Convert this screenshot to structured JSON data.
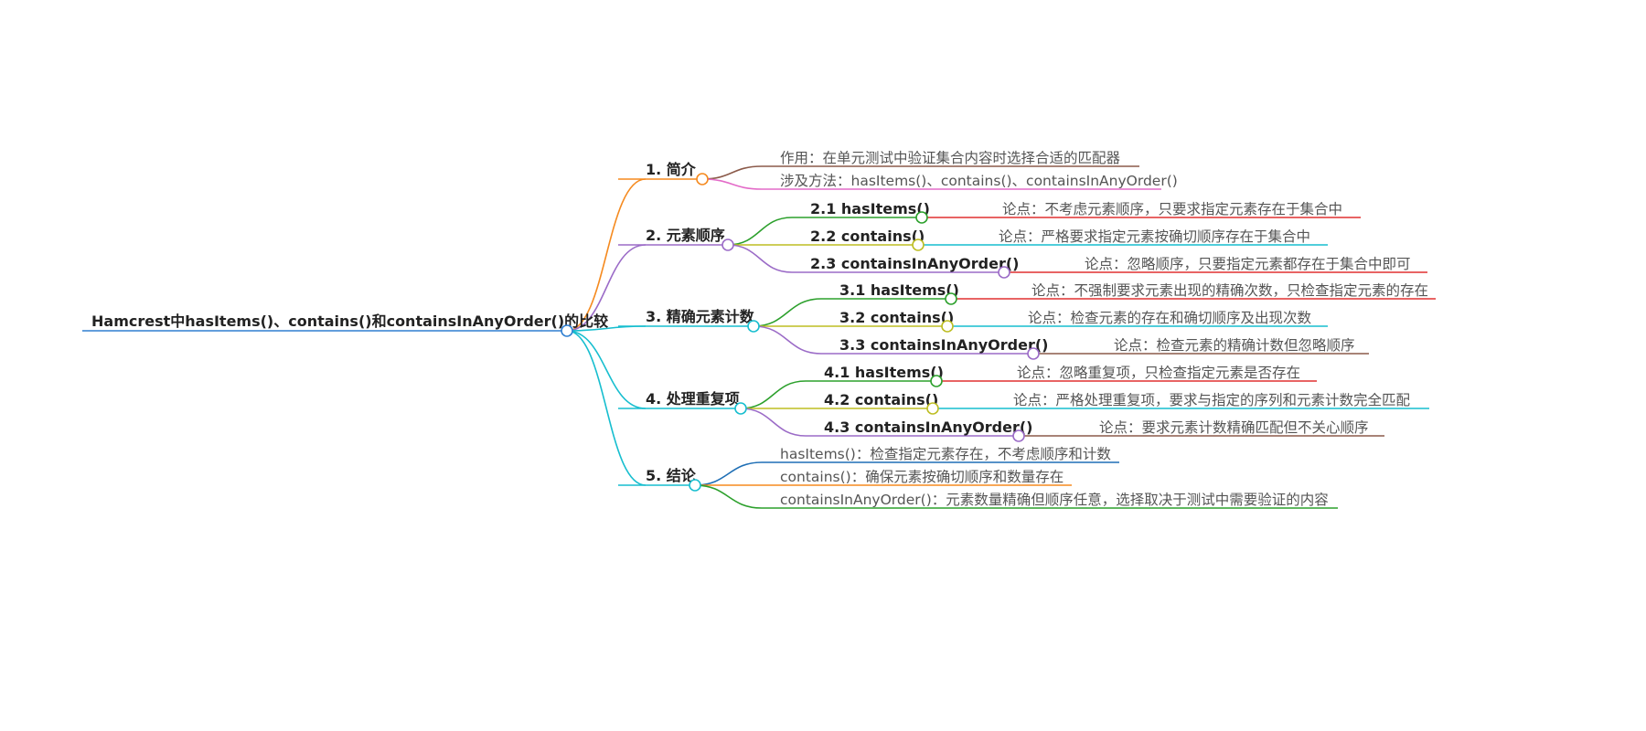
{
  "root": {
    "label": "Hamcrest中hasItems()、contains()和containsInAnyOrder()的比较",
    "color": "#2f7fd1"
  },
  "sections": [
    {
      "label": "1. 简介",
      "color": "#f58a1f",
      "children": [
        {
          "label": "作用：在单元测试中验证集合内容时选择合适的匹配器",
          "color": "#8b5a4a"
        },
        {
          "label": "涉及方法：hasItems()、contains()、containsInAnyOrder()",
          "color": "#e36bc8"
        }
      ]
    },
    {
      "label": "2. 元素顺序",
      "color": "#9b6bc7",
      "children": [
        {
          "label": "2.1 hasItems()",
          "color": "#2ca02c",
          "note": {
            "label": "论点：不考虑元素顺序，只要求指定元素存在于集合中",
            "color": "#e03030"
          }
        },
        {
          "label": "2.2 contains()",
          "color": "#bdbd22",
          "note": {
            "label": "论点：严格要求指定元素按确切顺序存在于集合中",
            "color": "#17becf"
          }
        },
        {
          "label": "2.3 containsInAnyOrder()",
          "color": "#9b6bc7",
          "note": {
            "label": "论点：忽略顺序，只要指定元素都存在于集合中即可",
            "color": "#e03030"
          }
        }
      ]
    },
    {
      "label": "3. 精确元素计数",
      "color": "#17becf",
      "children": [
        {
          "label": "3.1 hasItems()",
          "color": "#2ca02c",
          "note": {
            "label": "论点：不强制要求元素出现的精确次数，只检查指定元素的存在",
            "color": "#e03030"
          }
        },
        {
          "label": "3.2 contains()",
          "color": "#bdbd22",
          "note": {
            "label": "论点：检查元素的存在和确切顺序及出现次数",
            "color": "#17becf"
          }
        },
        {
          "label": "3.3 containsInAnyOrder()",
          "color": "#9b6bc7",
          "note": {
            "label": "论点：检查元素的精确计数但忽略顺序",
            "color": "#8b5a4a"
          }
        }
      ]
    },
    {
      "label": "4. 处理重复项",
      "color": "#17becf",
      "children": [
        {
          "label": "4.1 hasItems()",
          "color": "#2ca02c",
          "note": {
            "label": "论点：忽略重复项，只检查指定元素是否存在",
            "color": "#e03030"
          }
        },
        {
          "label": "4.2 contains()",
          "color": "#bdbd22",
          "note": {
            "label": "论点：严格处理重复项，要求与指定的序列和元素计数完全匹配",
            "color": "#17becf"
          }
        },
        {
          "label": "4.3 containsInAnyOrder()",
          "color": "#9b6bc7",
          "note": {
            "label": "论点：要求元素计数精确匹配但不关心顺序",
            "color": "#8b5a4a"
          }
        }
      ]
    },
    {
      "label": "5. 结论",
      "color": "#17becf",
      "children": [
        {
          "label": "hasItems()：检查指定元素存在，不考虑顺序和计数",
          "color": "#1f6fb5"
        },
        {
          "label": "contains()：确保元素按确切顺序和数量存在",
          "color": "#f58a1f"
        },
        {
          "label": "containsInAnyOrder()：元素数量精确但顺序任意，选择取决于测试中需要验证的内容",
          "color": "#2ca02c"
        }
      ]
    }
  ]
}
